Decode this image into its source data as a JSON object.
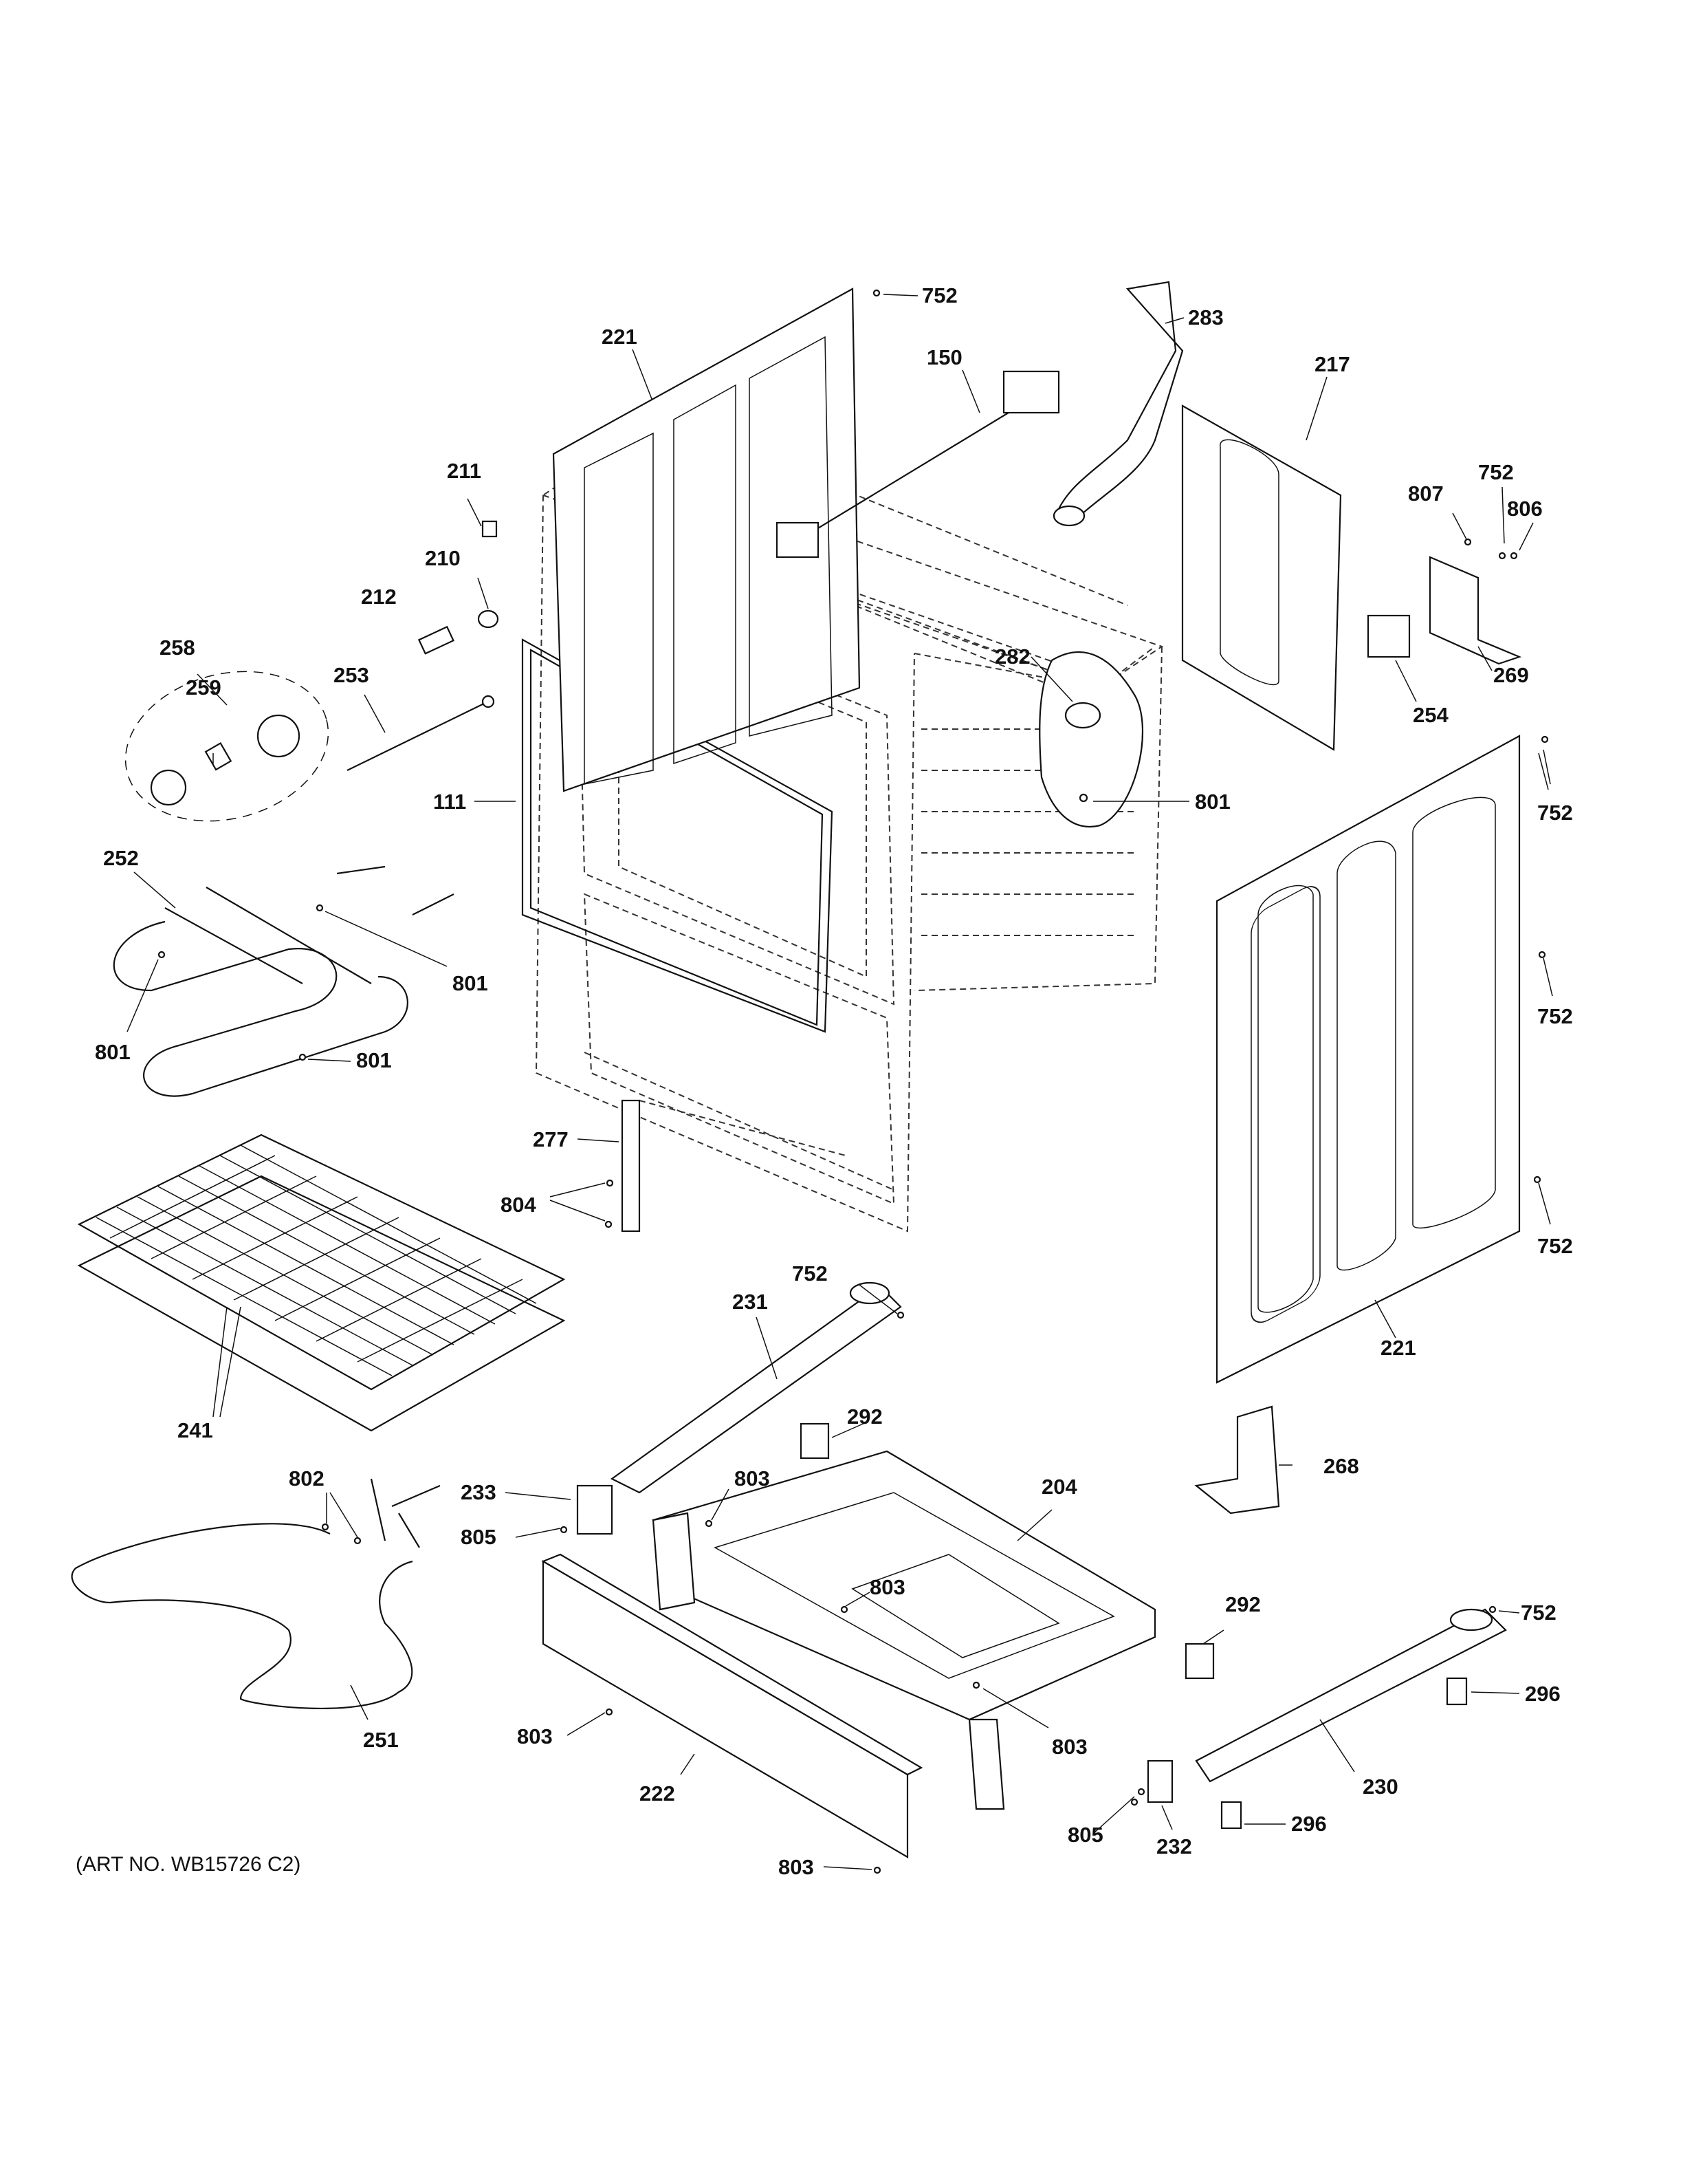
{
  "diagram": {
    "art_number": "(ART NO. WB15726 C2)",
    "callouts": [
      "752",
      "221",
      "283",
      "150",
      "217",
      "211",
      "807",
      "752",
      "806",
      "210",
      "212",
      "269",
      "254",
      "282",
      "258",
      "259",
      "253",
      "111",
      "801",
      "752",
      "252",
      "801",
      "801",
      "801",
      "752",
      "277",
      "804",
      "752",
      "221",
      "752",
      "231",
      "292",
      "268",
      "241",
      "233",
      "803",
      "204",
      "802",
      "805",
      "803",
      "292",
      "752",
      "296",
      "251",
      "803",
      "803",
      "230",
      "222",
      "296",
      "805",
      "232",
      "803"
    ]
  }
}
